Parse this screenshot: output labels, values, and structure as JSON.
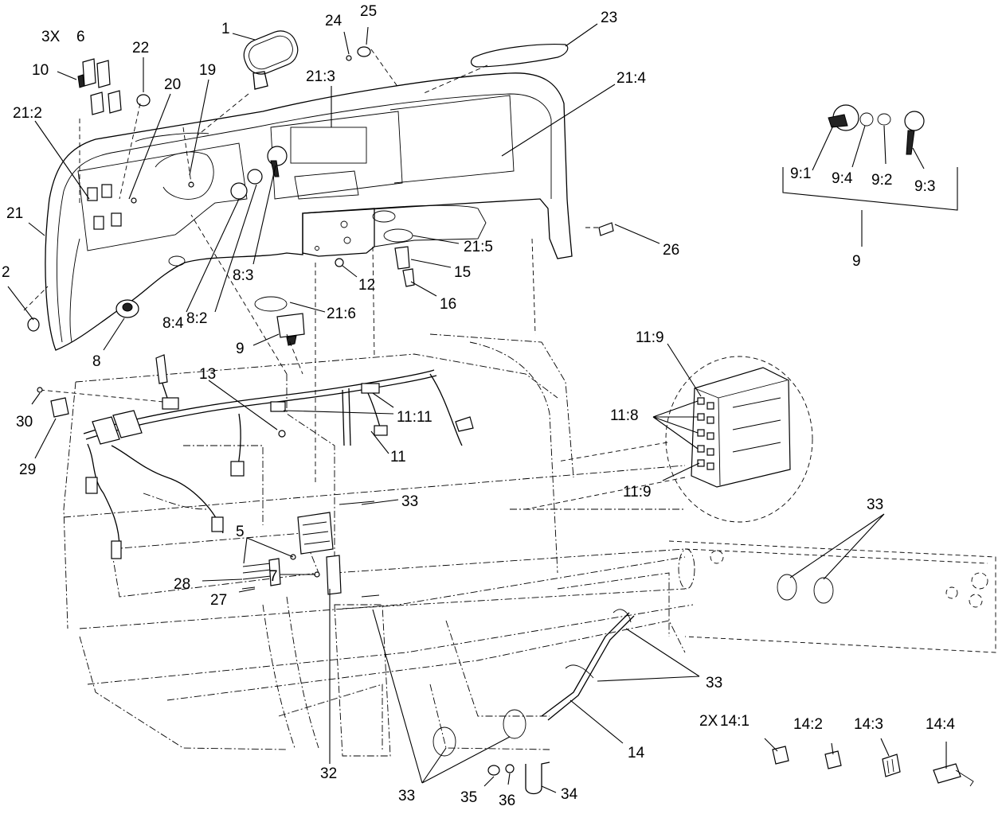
{
  "callouts": {
    "c3x": "3X",
    "c6": "6",
    "c1": "1",
    "c24": "24",
    "c25": "25",
    "c23": "23",
    "c10": "10",
    "c22": "22",
    "c19": "19",
    "c20": "20",
    "c21_3": "21:3",
    "c21_4": "21:4",
    "c21_2": "21:2",
    "c21": "21",
    "c2": "2",
    "c8": "8",
    "c8_4": "8:4",
    "c8_2": "8:2",
    "c8_3": "8:3",
    "c12": "12",
    "c21_5": "21:5",
    "c15": "15",
    "c16": "16",
    "c21_6": "21:6",
    "c9": "9",
    "c26": "26",
    "c9_1": "9:1",
    "c9_4": "9:4",
    "c9_2": "9:2",
    "c9_3": "9:3",
    "c9b": "9",
    "c13": "13",
    "c11_11": "11:11",
    "c11": "11",
    "c30": "30",
    "c29": "29",
    "c11_9a": "11:9",
    "c11_8": "11:8",
    "c11_9b": "11:9",
    "c33a": "33",
    "c33b": "33",
    "c5": "5",
    "c28": "28",
    "c7": "7",
    "c27": "27",
    "c33c": "33",
    "c32": "32",
    "c14": "14",
    "c33d": "33",
    "c35": "35",
    "c36": "36",
    "c34": "34",
    "c2x": "2X",
    "c14_1": "14:1",
    "c14_2": "14:2",
    "c14_3": "14:3",
    "c14_4": "14:4"
  }
}
